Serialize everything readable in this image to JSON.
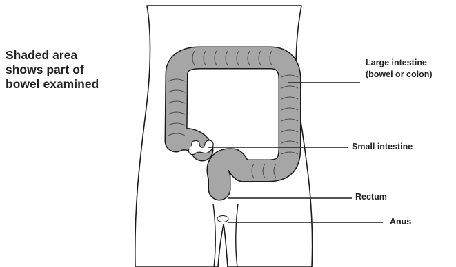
{
  "caption": {
    "lines": [
      "Shaded area",
      "shows part of",
      "bowel examined"
    ]
  },
  "labels": {
    "large_intestine": {
      "line1": "Large intestine",
      "line2": "(bowel or colon)"
    },
    "small_intestine": "Small intestine",
    "rectum": "Rectum",
    "anus": "Anus"
  },
  "colors": {
    "bowel_shade": "#a6a6a6",
    "outline": "#1a1a1a",
    "text": "#222222"
  }
}
